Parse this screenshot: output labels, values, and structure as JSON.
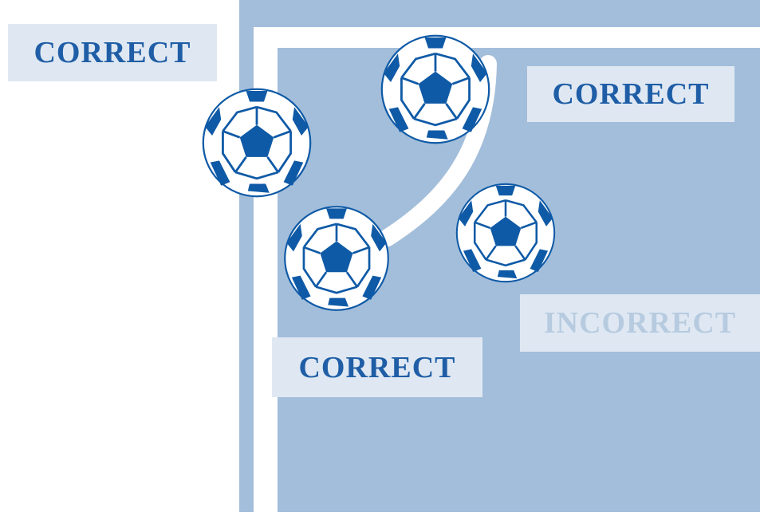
{
  "colors": {
    "pitch": "#a3bedb",
    "line": "#ffffff",
    "label_bg": "#dfe8f2",
    "correct_text": "#1f5ea6",
    "incorrect_text": "#b7cbe0",
    "ball_patch": "#0f5aa6",
    "ball_body": "#ffffff"
  },
  "labels": [
    {
      "id": "lbl-1",
      "text": "CORRECT",
      "status": "correct"
    },
    {
      "id": "lbl-2",
      "text": "CORRECT",
      "status": "correct"
    },
    {
      "id": "lbl-3",
      "text": "INCORRECT",
      "status": "incorrect"
    },
    {
      "id": "lbl-4",
      "text": "CORRECT",
      "status": "correct"
    }
  ],
  "icons": {
    "ball": "soccer-ball-icon"
  }
}
